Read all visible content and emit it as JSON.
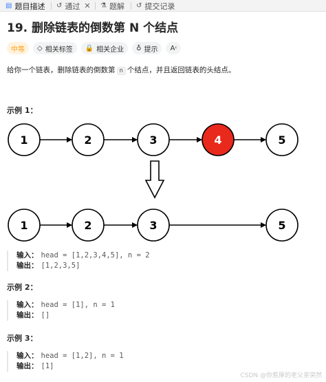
{
  "tabs": [
    {
      "label": "题目描述",
      "icon": "document-icon",
      "active": true
    },
    {
      "label": "通过",
      "icon": "history-icon",
      "active": false,
      "closable": true
    },
    {
      "label": "题解",
      "icon": "flask-icon",
      "active": false
    },
    {
      "label": "提交记录",
      "icon": "history-icon",
      "active": false
    }
  ],
  "problem": {
    "title": "19. 删除链表的倒数第 N 个结点",
    "tags": [
      {
        "label": "中等",
        "kind": "difficulty"
      },
      {
        "label": "相关标签",
        "icon": "tag-icon"
      },
      {
        "label": "相关企业",
        "icon": "lock-icon"
      },
      {
        "label": "提示",
        "icon": "lightbulb-icon"
      },
      {
        "label": "A",
        "icon": "translate-icon"
      }
    ],
    "description_before": "给你一个链表，删除链表的倒数第",
    "description_code": "n",
    "description_after": "个结点，并且返回链表的头结点。"
  },
  "diagram": {
    "before_nodes": [
      "1",
      "2",
      "3",
      "4",
      "5"
    ],
    "after_nodes": [
      "1",
      "2",
      "3",
      "5"
    ],
    "removed_node": "4",
    "removed_color": "#e8291c"
  },
  "examples": [
    {
      "title": "示例 1：",
      "input_label": "输入：",
      "input": "head = [1,2,3,4,5], n = 2",
      "output_label": "输出：",
      "output": "[1,2,3,5]"
    },
    {
      "title": "示例 2：",
      "input_label": "输入：",
      "input": "head = [1], n = 1",
      "output_label": "输出：",
      "output": "[]"
    },
    {
      "title": "示例 3：",
      "input_label": "输入：",
      "input": "head = [1,2], n = 1",
      "output_label": "输出：",
      "output": "[1]"
    }
  ],
  "watermark": "CSDN @你惹厚的老父亲突然"
}
